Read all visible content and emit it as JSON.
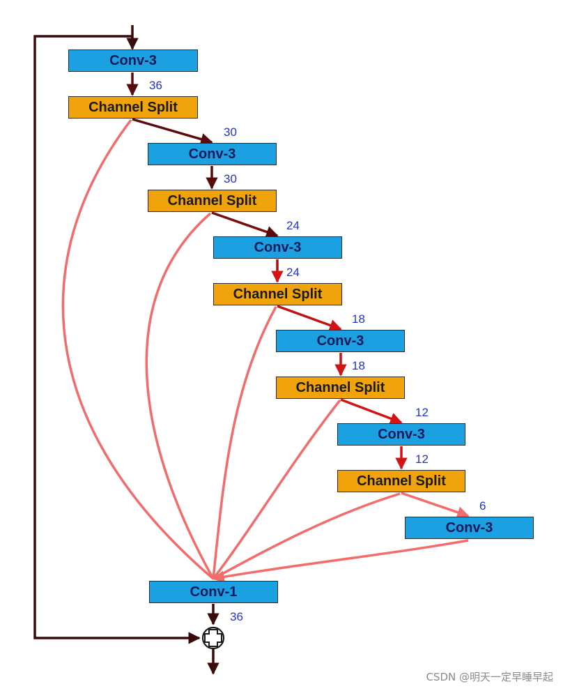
{
  "colors": {
    "conv": "#1ba0e2",
    "split": "#f0a30a",
    "main_arrow_dark": "#5a0a0a",
    "main_arrow_red": "#d21414",
    "skip_line": "#f36b6b",
    "residual_line": "#3b0a0a",
    "channel_label": "#2233cc"
  },
  "nodes": {
    "conv3_1": "Conv-3",
    "split_1": "Channel Split",
    "conv3_2": "Conv-3",
    "split_2": "Channel Split",
    "conv3_3": "Conv-3",
    "split_3": "Channel Split",
    "conv3_4": "Conv-3",
    "split_4": "Channel Split",
    "conv3_5": "Conv-3",
    "split_5": "Channel Split",
    "conv3_6": "Conv-3",
    "conv1": "Conv-1"
  },
  "channels": {
    "c1": "36",
    "c2": "30",
    "c3": "30",
    "c4": "24",
    "c5": "24",
    "c6": "18",
    "c7": "18",
    "c8": "12",
    "c9": "12",
    "c10": "6",
    "c11": "36"
  },
  "add_icon": "plus-circle-icon",
  "watermark": "CSDN @明天一定早睡早起"
}
